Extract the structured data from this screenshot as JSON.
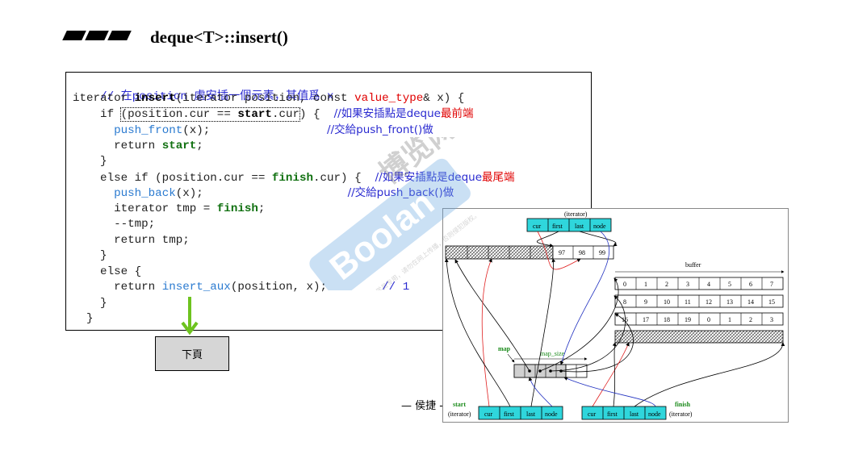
{
  "slide": {
    "title": "deque<T>::insert()",
    "next_button": "下頁",
    "author": "— 侯捷 -"
  },
  "code": {
    "l1_comment": "// 在position 處安插一個元素，其值爲 x",
    "l2_a": "iterator ",
    "l2_insert": "insert",
    "l2_b": "(iterator position, const ",
    "l2_vt": "value_type",
    "l2_c": "& x) {",
    "l3_a": "    if ",
    "l3_cond_a": "(position.cur == ",
    "l3_start": "start",
    "l3_cond_b": ".cur",
    "l3_b": ") {  ",
    "l3_comment": "//如果安插點是deque",
    "l3_red": "最前端",
    "l4_call": "push_front",
    "l4_args": "(x);",
    "l4_comment": "//交給push_front()做",
    "l5_a": "      return ",
    "l5_start": "start",
    "l5_b": ";",
    "l6": "    }",
    "l7_a": "    else if (position.cur == ",
    "l7_finish": "finish",
    "l7_b": ".cur) {  ",
    "l7_comment": "//如果安插點是deque",
    "l7_red": "最尾端",
    "l8_call": "push_back",
    "l8_args": "(x);",
    "l8_comment": "//交給push_back()做",
    "l9_a": "      iterator tmp = ",
    "l9_finish": "finish",
    "l9_b": ";",
    "l10": "      --tmp;",
    "l11": "      return tmp;",
    "l12": "    }",
    "l13": "    else {",
    "l14_a": "      return ",
    "l14_call": "insert_aux",
    "l14_b": "(position, x);",
    "l14_comment": "// 1",
    "l15": "    }",
    "l16": "  }"
  },
  "diagram": {
    "iter_label": "(iterator)",
    "iter_fields": [
      "cur",
      "first",
      "last",
      "node"
    ],
    "top_buffer_values": [
      "97",
      "98",
      "99"
    ],
    "buffer_label": "buffer",
    "buffer_rows": [
      [
        "0",
        "1",
        "2",
        "3",
        "4",
        "5",
        "6",
        "7"
      ],
      [
        "8",
        "9",
        "10",
        "11",
        "12",
        "13",
        "14",
        "15"
      ],
      [
        "16",
        "17",
        "18",
        "19",
        "0",
        "1",
        "2",
        "3"
      ]
    ],
    "map_label": "map",
    "map_size_label": "map_size",
    "start_label": "start",
    "start_sub": "(iterator)",
    "finish_label": "finish",
    "finish_sub": "(iterator)"
  },
  "watermark": {
    "brand": "Boolan",
    "cn": "博览网",
    "notice": "本讲义仅供购课学员专用，请勿在网上传播，否则侵犯版权。"
  },
  "colors": {
    "cyan": "#2fd6dc",
    "red_line": "#e02020",
    "blue_line": "#2030c0",
    "green": "#1a8a1a",
    "arrow_green": "#6ec31f"
  }
}
